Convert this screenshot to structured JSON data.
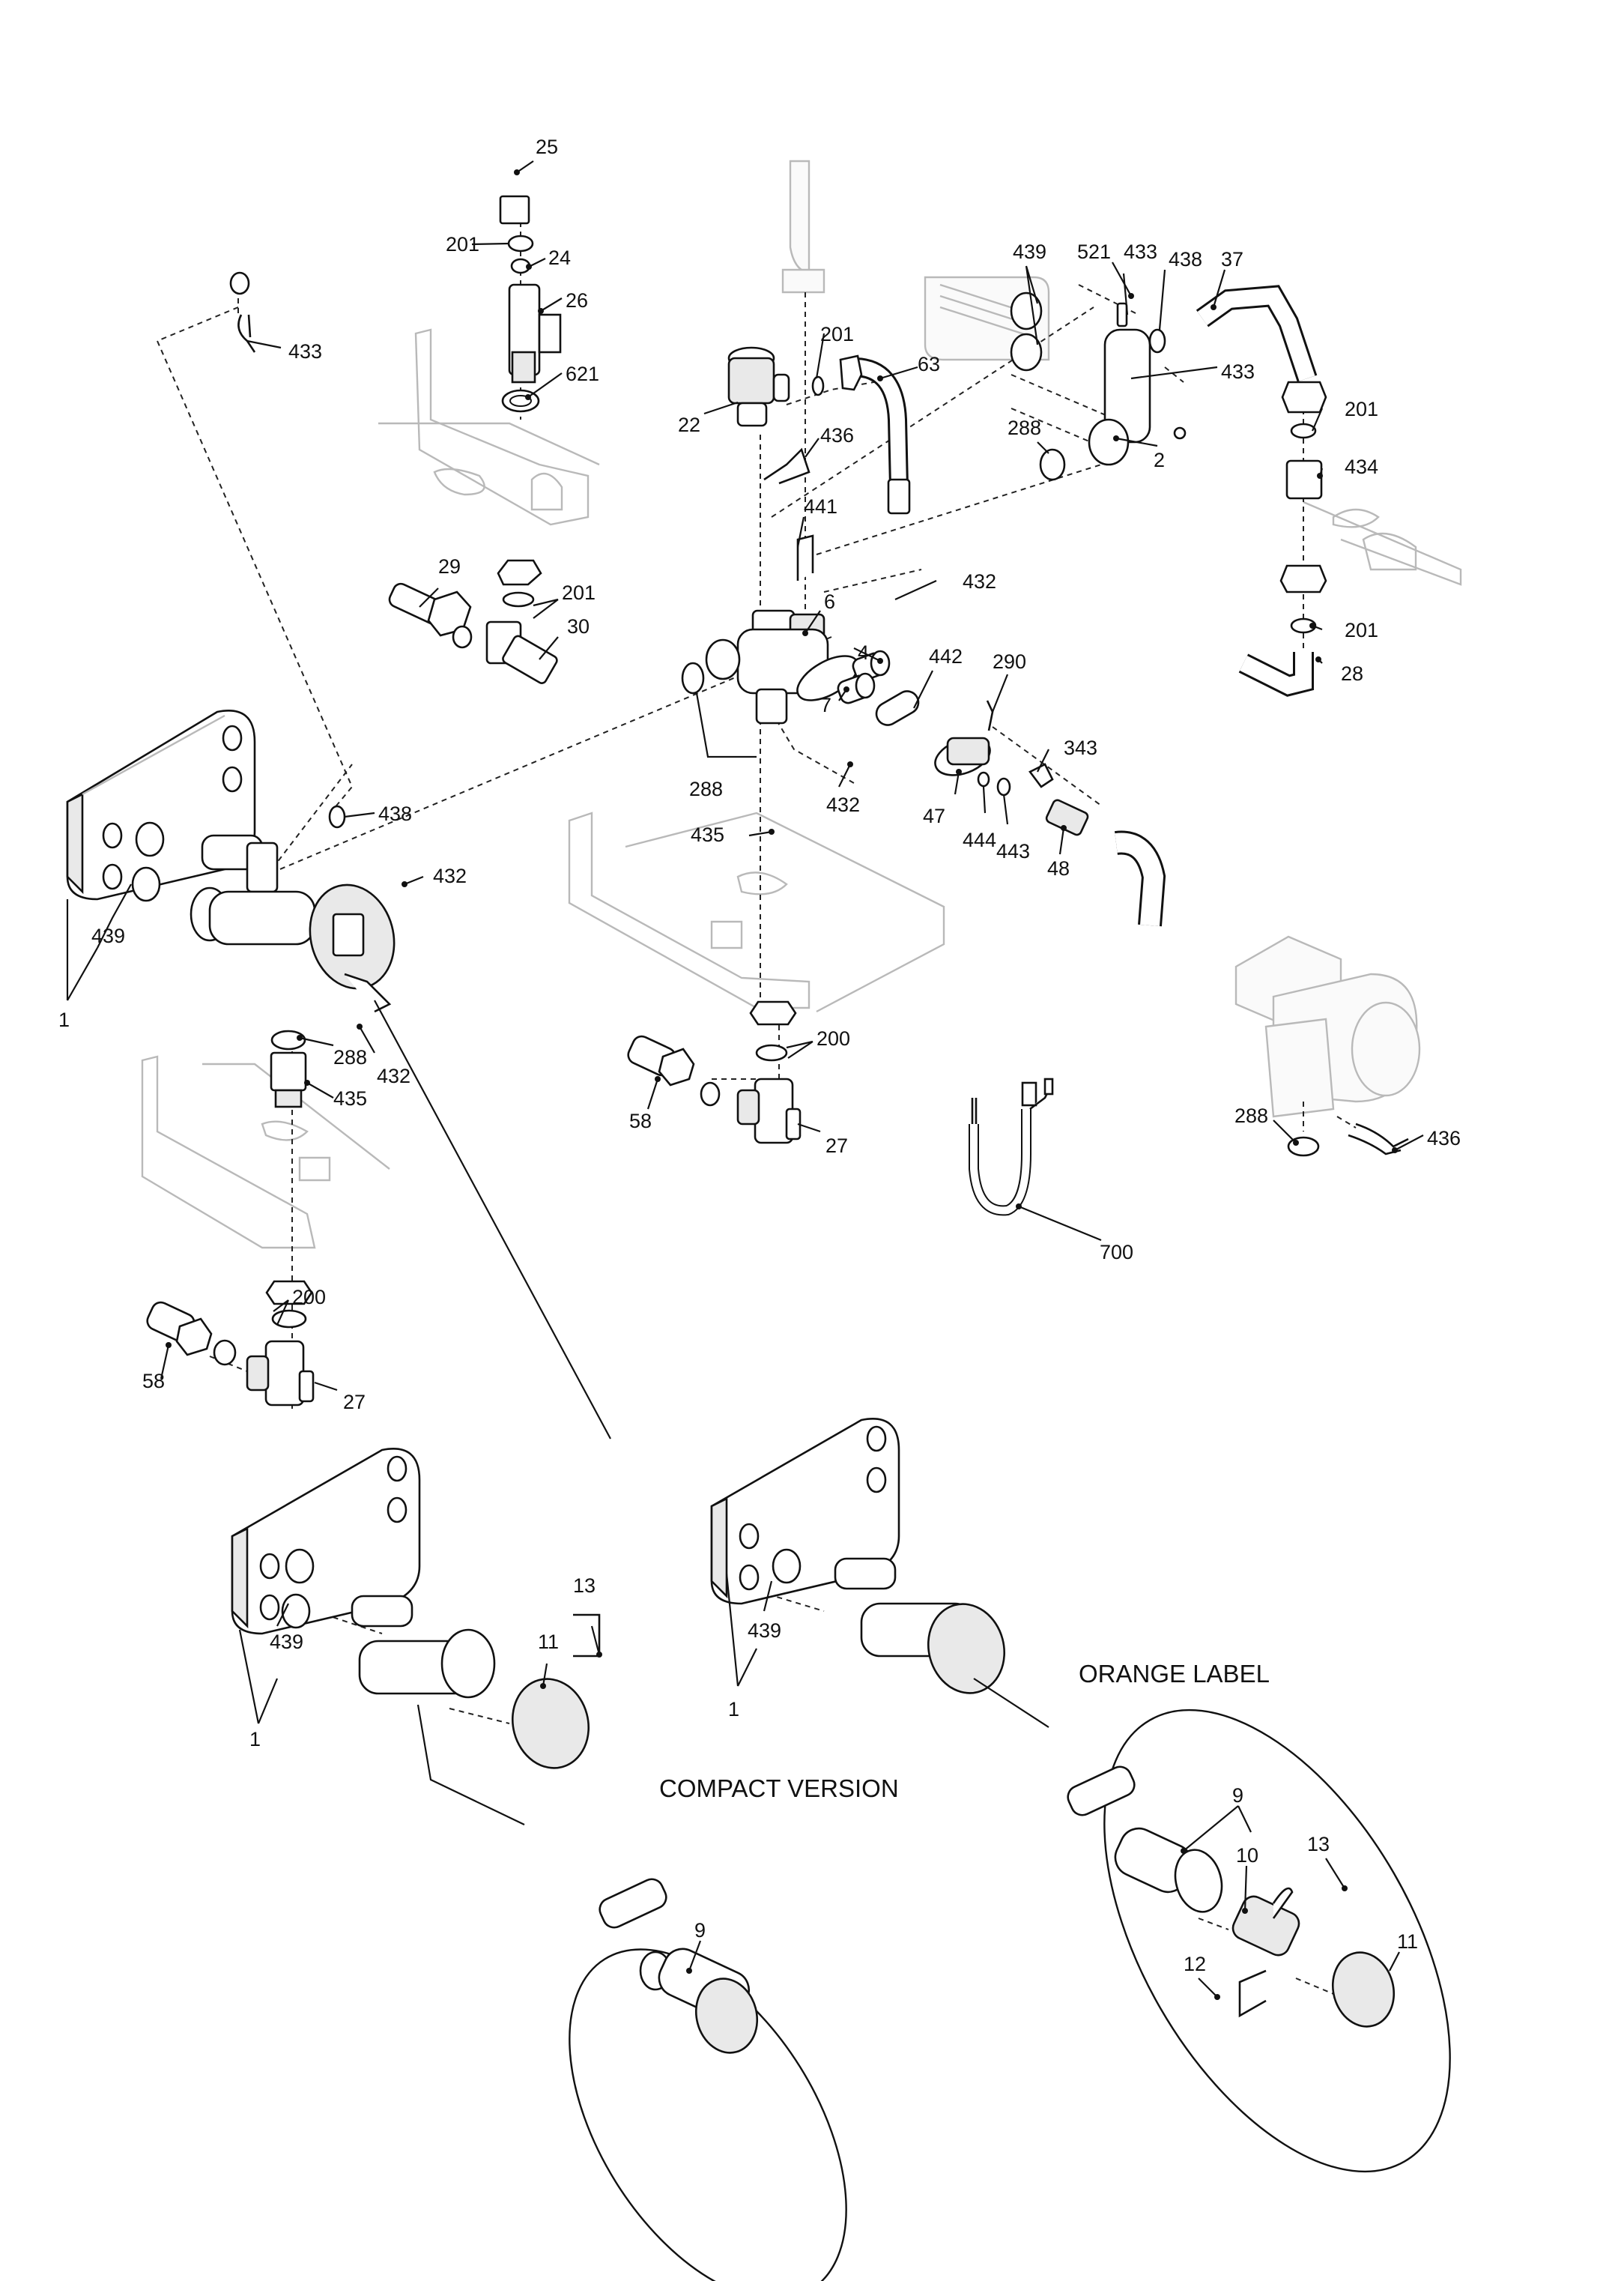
{
  "diagram": {
    "type": "exploded-parts-diagram",
    "subject": "Boiler hydraulic assembly – plate heat exchanger, diverter valve and connections",
    "insets": [
      {
        "id": "compact",
        "title": "COMPACT VERSION",
        "callouts": [
          "9"
        ]
      },
      {
        "id": "orange",
        "title": "ORANGE LABEL",
        "callouts": [
          "9",
          "10",
          "13",
          "11",
          "12"
        ]
      }
    ],
    "callouts": [
      {
        "id": "c25",
        "label": "25",
        "part": "pipe"
      },
      {
        "id": "c201a",
        "label": "201",
        "part": "washer"
      },
      {
        "id": "c24",
        "label": "24",
        "part": "restrictor"
      },
      {
        "id": "c26",
        "label": "26",
        "part": "flow switch"
      },
      {
        "id": "c621",
        "label": "621",
        "part": "seal"
      },
      {
        "id": "c433a",
        "label": "433",
        "part": "clip"
      },
      {
        "id": "c201b",
        "label": "201",
        "part": "washer"
      },
      {
        "id": "c63",
        "label": "63",
        "part": "pipe"
      },
      {
        "id": "c22",
        "label": "22",
        "part": "safety valve"
      },
      {
        "id": "c436a",
        "label": "436",
        "part": "clip"
      },
      {
        "id": "c441",
        "label": "441",
        "part": "clip"
      },
      {
        "id": "c439a",
        "label": "439",
        "part": "seal"
      },
      {
        "id": "c521",
        "label": "521",
        "part": "sensor"
      },
      {
        "id": "c433b",
        "label": "433",
        "part": "clip"
      },
      {
        "id": "c438a",
        "label": "438",
        "part": "o-ring"
      },
      {
        "id": "c37",
        "label": "37",
        "part": "pipe"
      },
      {
        "id": "c433c",
        "label": "433",
        "part": "clip"
      },
      {
        "id": "c288a",
        "label": "288",
        "part": "o-ring"
      },
      {
        "id": "c2",
        "label": "2",
        "part": "valve body"
      },
      {
        "id": "c201c",
        "label": "201",
        "part": "washer"
      },
      {
        "id": "c434",
        "label": "434",
        "part": "fitting"
      },
      {
        "id": "c201d",
        "label": "201",
        "part": "washer"
      },
      {
        "id": "c28",
        "label": "28",
        "part": "pipe"
      },
      {
        "id": "c29",
        "label": "29",
        "part": "connector"
      },
      {
        "id": "c201e",
        "label": "201",
        "part": "washer"
      },
      {
        "id": "c30",
        "label": "30",
        "part": "tap"
      },
      {
        "id": "c432a",
        "label": "432",
        "part": "clip"
      },
      {
        "id": "c6",
        "label": "6",
        "part": "hydraulic group"
      },
      {
        "id": "c4",
        "label": "4",
        "part": "cartridge"
      },
      {
        "id": "c7",
        "label": "7",
        "part": "cartridge"
      },
      {
        "id": "c442",
        "label": "442",
        "part": "gasket"
      },
      {
        "id": "c290",
        "label": "290",
        "part": "clip"
      },
      {
        "id": "c343",
        "label": "343",
        "part": "valve"
      },
      {
        "id": "c288b",
        "label": "288",
        "part": "o-ring"
      },
      {
        "id": "c432b",
        "label": "432",
        "part": "clip"
      },
      {
        "id": "c47",
        "label": "47",
        "part": "cover"
      },
      {
        "id": "c444",
        "label": "444",
        "part": "seal"
      },
      {
        "id": "c443",
        "label": "443",
        "part": "seal"
      },
      {
        "id": "c48",
        "label": "48",
        "part": "fill valve"
      },
      {
        "id": "c435a",
        "label": "435",
        "part": "fitting"
      },
      {
        "id": "c438b",
        "label": "438",
        "part": "o-ring"
      },
      {
        "id": "c432c",
        "label": "432",
        "part": "clip"
      },
      {
        "id": "c439b",
        "label": "439",
        "part": "seal"
      },
      {
        "id": "c1a",
        "label": "1",
        "part": "plate heat exchanger"
      },
      {
        "id": "c288c",
        "label": "288",
        "part": "o-ring"
      },
      {
        "id": "c432d",
        "label": "432",
        "part": "clip"
      },
      {
        "id": "c435b",
        "label": "435",
        "part": "fitting"
      },
      {
        "id": "c200a",
        "label": "200",
        "part": "washer"
      },
      {
        "id": "c58a",
        "label": "58",
        "part": "connector"
      },
      {
        "id": "c27a",
        "label": "27",
        "part": "tap"
      },
      {
        "id": "c200b",
        "label": "200",
        "part": "washer"
      },
      {
        "id": "c58b",
        "label": "58",
        "part": "connector"
      },
      {
        "id": "c27b",
        "label": "27",
        "part": "tap"
      },
      {
        "id": "c288d",
        "label": "288",
        "part": "o-ring"
      },
      {
        "id": "c436b",
        "label": "436",
        "part": "clip"
      },
      {
        "id": "c700",
        "label": "700",
        "part": "wiring"
      },
      {
        "id": "c13a",
        "label": "13",
        "part": "clip"
      },
      {
        "id": "c11a",
        "label": "11",
        "part": "motor"
      },
      {
        "id": "c439c",
        "label": "439",
        "part": "seal"
      },
      {
        "id": "c1b",
        "label": "1",
        "part": "plate heat exchanger"
      },
      {
        "id": "c439d",
        "label": "439",
        "part": "seal"
      },
      {
        "id": "c1c",
        "label": "1",
        "part": "plate heat exchanger"
      },
      {
        "id": "c9a",
        "label": "9",
        "part": "valve body"
      },
      {
        "id": "c9b",
        "label": "9",
        "part": "valve body"
      },
      {
        "id": "c10",
        "label": "10",
        "part": "cartridge"
      },
      {
        "id": "c13b",
        "label": "13",
        "part": "clip"
      },
      {
        "id": "c11b",
        "label": "11",
        "part": "motor"
      },
      {
        "id": "c12",
        "label": "12",
        "part": "clip"
      }
    ]
  }
}
